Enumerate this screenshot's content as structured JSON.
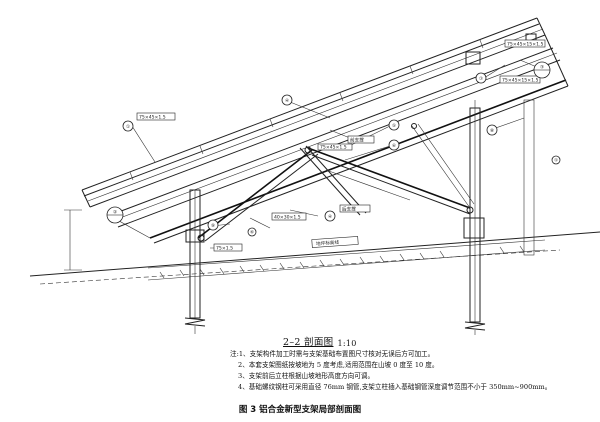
{
  "section_title": "2–2 剖面图",
  "section_scale": "1:10",
  "notes": [
    "注:1、支架构件加工时需与支架基础布置图尺寸核对无误后方可加工。",
    "2、本套支架图纸按坡地为 5 度考虑,适用范围在山坡 0 度至 10 度。",
    "3、支架前后立柱根据山坡地形高度方向可调。",
    "4、基础螺纹钢柱可采用直径 76mm 钢管,支架立柱插入基础钢管深度调节范围不小于 350mm~900mm。"
  ],
  "figure_caption": "图 3  铝合金新型支架局部剖面图",
  "callouts": {
    "c1": "①",
    "c2": "②",
    "c3": "③",
    "c4": "④",
    "c5": "⑤",
    "c6": "⑥",
    "c7": "⑦",
    "c8": "⑧",
    "c9": "⑨"
  },
  "member_tags": {
    "tag_top_right": "75×45×15×1.5",
    "tag_top_right2": "75×45×15×1.5",
    "tag_beam_left": "75×45×1.5",
    "tag_front_brace": "40×30×1.5",
    "tag_front_post": "75×1.5",
    "tag_front_label": "前支撑",
    "tag_back_label": "后支撑",
    "tag_mid": "75×45×1.5",
    "tag_ground": "地坪标高线"
  }
}
